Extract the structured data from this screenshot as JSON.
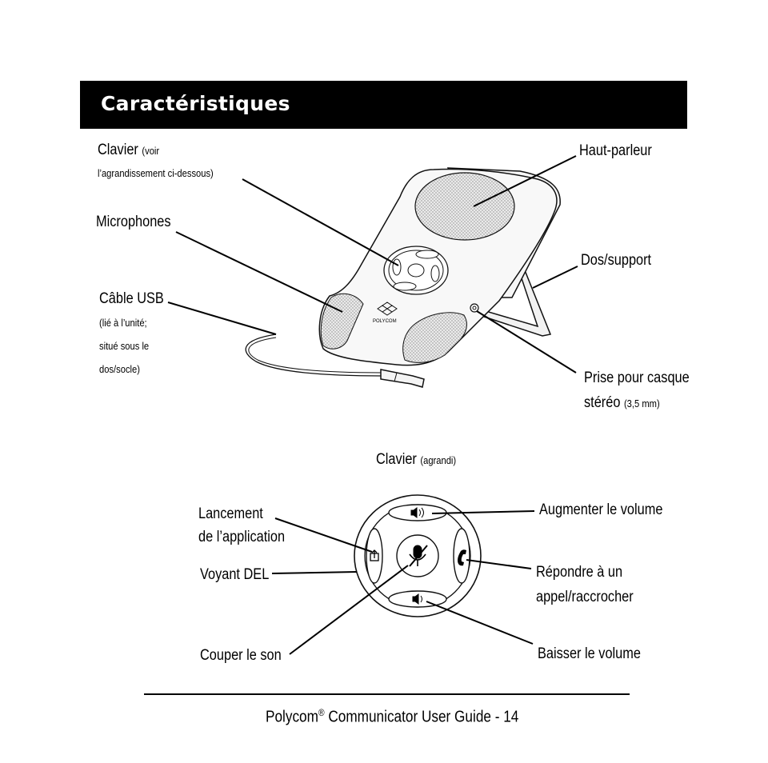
{
  "page": {
    "section_title": "Caractéristiques",
    "footer": {
      "brand": "Polycom",
      "registered": "®",
      "rest": " Communicator User Guide - 14"
    }
  },
  "device_figure": {
    "brand_logo_text": "POLYCOM",
    "labels": {
      "keypad": "Clavier",
      "keypad_note": "(voir",
      "keypad_note2": "l’agrandissement ci-dessous)",
      "microphones": "Microphones",
      "usb_cable": "Câble USB",
      "usb_note1": "(lié à l’unité;",
      "usb_note2": "situé sous le",
      "usb_note3": "dos/socle)",
      "speaker": "Haut-parleur",
      "back_stand": "Dos/support",
      "headset_jack_1": "Prise pour casque",
      "headset_jack_2": "stéréo",
      "headset_jack_note": "(3,5 mm)"
    }
  },
  "keypad_figure": {
    "title": "Clavier",
    "title_note": "(agrandi)",
    "labels": {
      "app_launch_1": "Lancement",
      "app_launch_2": "de l’application",
      "led": "Voyant DEL",
      "mute": "Couper le son",
      "volume_up": "Augmenter le volume",
      "answer_1": "Répondre à un",
      "answer_2": "appel/raccrocher",
      "volume_down": "Baisser le volume"
    }
  }
}
